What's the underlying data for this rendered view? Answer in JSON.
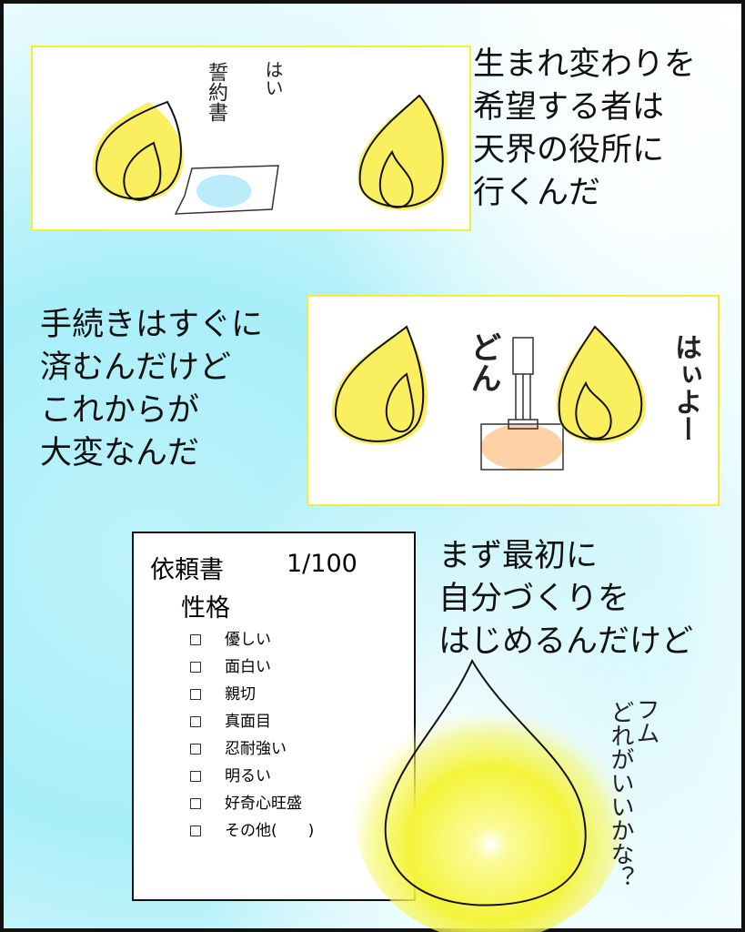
{
  "panel1": {
    "sfx_pledge": "誓約書",
    "sfx_yes": "はい"
  },
  "narration1": [
    "生まれ変わりを",
    "希望する者は",
    "天界の役所に",
    "行くんだ"
  ],
  "narration2": [
    "手続きはすぐに",
    "済むんだけど",
    "これからが",
    "大変なんだ"
  ],
  "panel2": {
    "sfx_don": "どん",
    "sfx_hai_yo": "はぃよー"
  },
  "narration3": [
    "まず最初に",
    "自分づくりを",
    "はじめるんだけど"
  ],
  "form": {
    "title": "依頼書",
    "page": "1/100",
    "category": "性格",
    "options": [
      "優しい",
      "面白い",
      "親切",
      "真面目",
      "忍耐強い",
      "明るい",
      "好奇心旺盛",
      "その他(　　)"
    ]
  },
  "thought": {
    "fumu": "フム",
    "which": "どれがいいかな？"
  },
  "colors": {
    "flame": "#f7ea2a",
    "sky": "#a8eef9",
    "panel_border": "#f0f03c"
  }
}
